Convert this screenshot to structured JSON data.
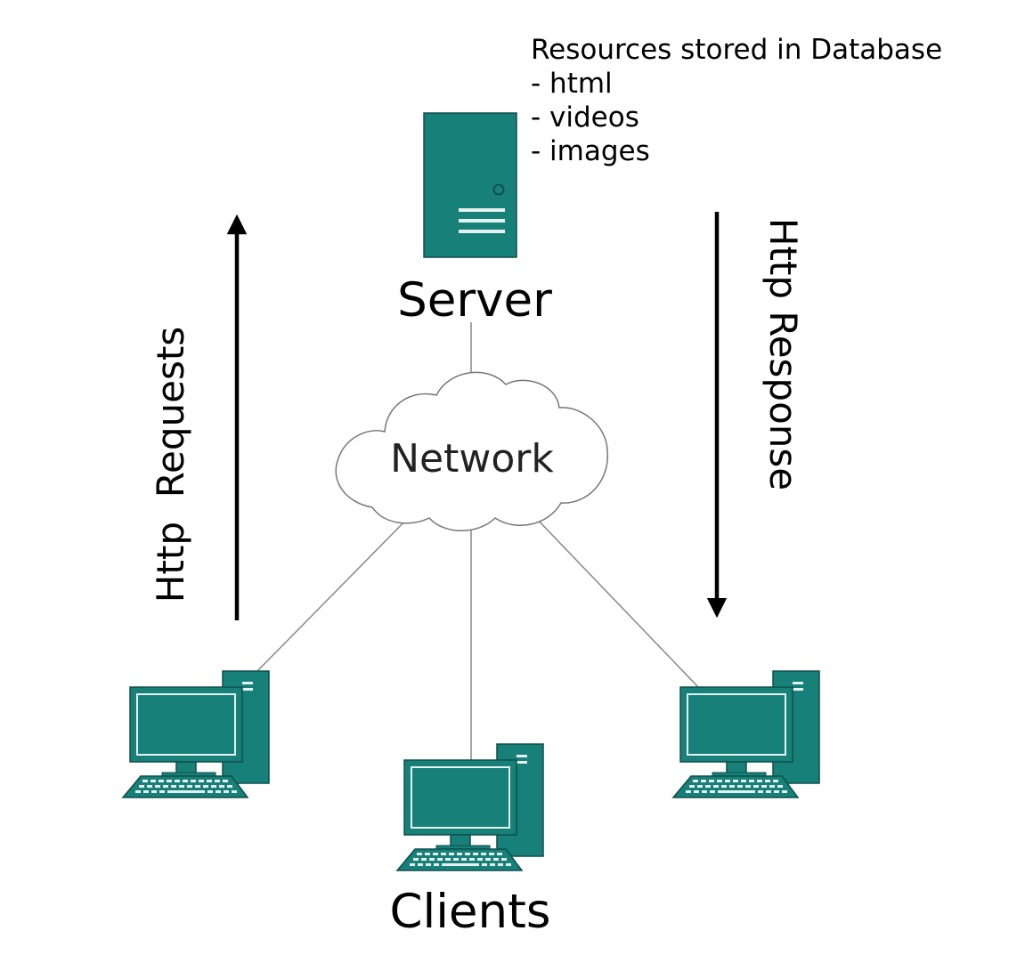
{
  "colors": {
    "device_fill": "#178079",
    "device_stroke": "#0f4f4b",
    "device_light": "#e6f2f1",
    "arrow": "#000000",
    "link_line": "#888888",
    "cloud_stroke": "#777777"
  },
  "resources": {
    "title": "Resources stored in Database",
    "items": [
      "- html",
      "- videos",
      "- images"
    ]
  },
  "server": {
    "label": "Server",
    "icon": "server-tower-icon"
  },
  "network": {
    "label": "Network",
    "icon": "cloud-icon"
  },
  "clients": {
    "label": "Clients",
    "icon": "desktop-computer-icon",
    "count": 3
  },
  "flows": {
    "request_label": "Http  Requests",
    "response_label": "Http Response"
  }
}
